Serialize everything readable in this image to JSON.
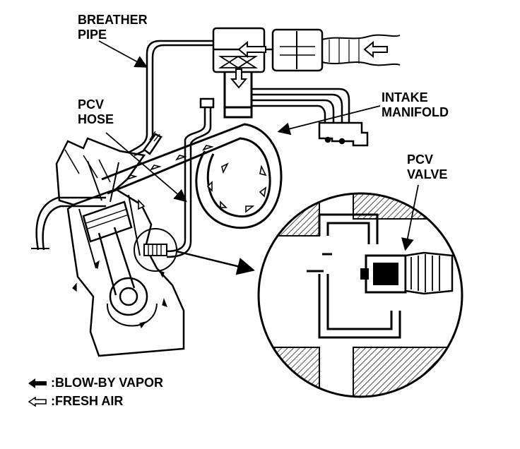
{
  "labels": {
    "breather_pipe": [
      "BREATHER",
      "PIPE"
    ],
    "pcv_hose": [
      "PCV",
      "HOSE"
    ],
    "intake_manifold": [
      "INTAKE",
      "MANIFOLD"
    ],
    "pcv_valve": [
      "PCV",
      "VALVE"
    ]
  },
  "legend": {
    "blow_by": "BLOW-BY VAPOR",
    "fresh_air": "FRESH AIR",
    "separator": ": "
  },
  "icons": {
    "blow_by": "solid-arrow-left-icon",
    "fresh_air": "hollow-arrow-left-icon"
  },
  "colors": {
    "ink": "#000000",
    "paper": "#ffffff"
  }
}
